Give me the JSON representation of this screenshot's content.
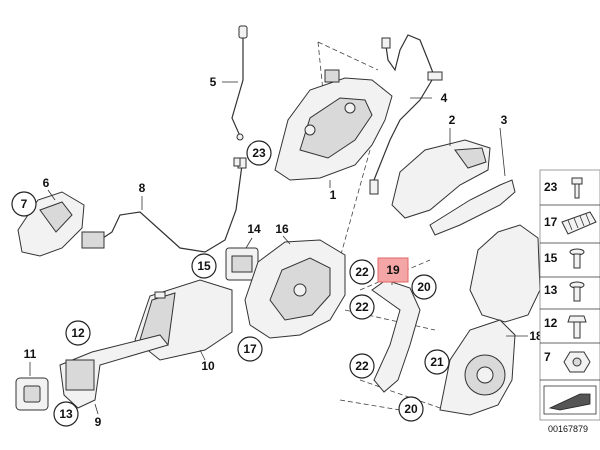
{
  "diagram": {
    "highlight_color": "#f4a6a6",
    "callouts": {
      "c7": "7",
      "c23": "23",
      "c15": "15",
      "c17": "17",
      "c12": "12",
      "c13": "13",
      "c22a": "22",
      "c22b": "22",
      "c22c": "22",
      "c20a": "20",
      "c20b": "20",
      "c21": "21"
    },
    "labels": {
      "p1": "1",
      "p2": "2",
      "p3": "3",
      "p4": "4",
      "p5": "5",
      "p6": "6",
      "p8": "8",
      "p9": "9",
      "p10": "10",
      "p11": "11",
      "p14": "14",
      "p16": "16",
      "p18": "18",
      "p19": "19"
    },
    "legend": [
      "23",
      "17",
      "15",
      "13",
      "12",
      "7"
    ],
    "code": "00167879"
  }
}
